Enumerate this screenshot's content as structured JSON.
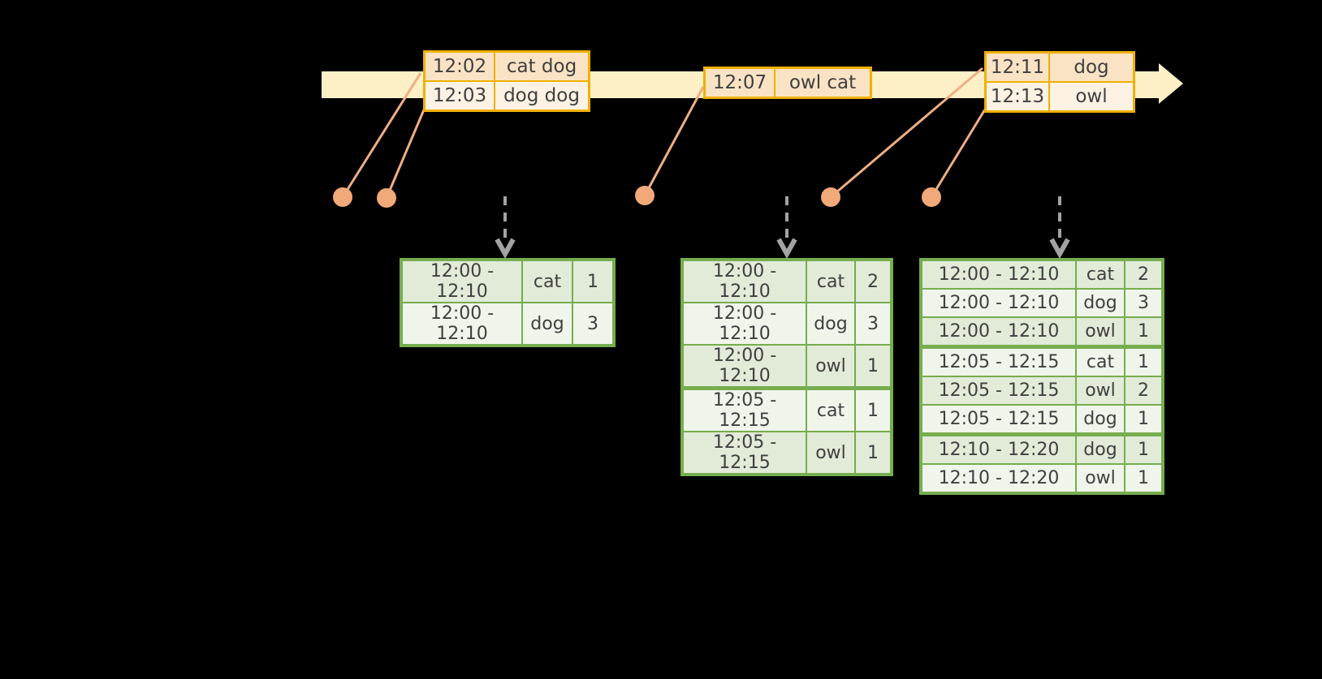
{
  "colors": {
    "background": "#000000",
    "timeline": "#fdf0c7",
    "event_border": "#f0b000",
    "event_row_dark": "#fae3c4",
    "event_row_light": "#fdf2e3",
    "connector": "#efae84",
    "dot": "#f2a97a",
    "trigger_arrow": "#a3a3a3",
    "result_border": "#76ad4e",
    "result_row_dark": "#e1ebd7",
    "result_row_light": "#f0f5eb",
    "text": "#3f3f3f"
  },
  "event_tables": [
    {
      "id": "eventA",
      "rows": [
        {
          "time": "12:02",
          "words": "cat dog"
        },
        {
          "time": "12:03",
          "words": "dog dog"
        }
      ]
    },
    {
      "id": "eventB",
      "rows": [
        {
          "time": "12:07",
          "words": "owl cat"
        }
      ]
    },
    {
      "id": "eventC",
      "rows": [
        {
          "time": "12:11",
          "words": "dog"
        },
        {
          "time": "12:13",
          "words": "owl"
        }
      ]
    }
  ],
  "result_tables": [
    {
      "id": "result1",
      "rows": [
        {
          "window": "12:00 - 12:10",
          "word": "cat",
          "count": "1"
        },
        {
          "window": "12:00 - 12:10",
          "word": "dog",
          "count": "3"
        }
      ]
    },
    {
      "id": "result2",
      "rows": [
        {
          "window": "12:00 - 12:10",
          "word": "cat",
          "count": "2"
        },
        {
          "window": "12:00 - 12:10",
          "word": "dog",
          "count": "3"
        },
        {
          "window": "12:00 - 12:10",
          "word": "owl",
          "count": "1"
        },
        {
          "window": "12:05 - 12:15",
          "word": "cat",
          "count": "1"
        },
        {
          "window": "12:05 - 12:15",
          "word": "owl",
          "count": "1"
        }
      ]
    },
    {
      "id": "result3",
      "rows": [
        {
          "window": "12:00 - 12:10",
          "word": "cat",
          "count": "2"
        },
        {
          "window": "12:00 - 12:10",
          "word": "dog",
          "count": "3"
        },
        {
          "window": "12:00 - 12:10",
          "word": "owl",
          "count": "1"
        },
        {
          "window": "12:05 - 12:15",
          "word": "cat",
          "count": "1"
        },
        {
          "window": "12:05 - 12:15",
          "word": "owl",
          "count": "2"
        },
        {
          "window": "12:05 - 12:15",
          "word": "dog",
          "count": "1"
        },
        {
          "window": "12:10 - 12:20",
          "word": "dog",
          "count": "1"
        },
        {
          "window": "12:10 - 12:20",
          "word": "owl",
          "count": "1"
        }
      ]
    }
  ]
}
